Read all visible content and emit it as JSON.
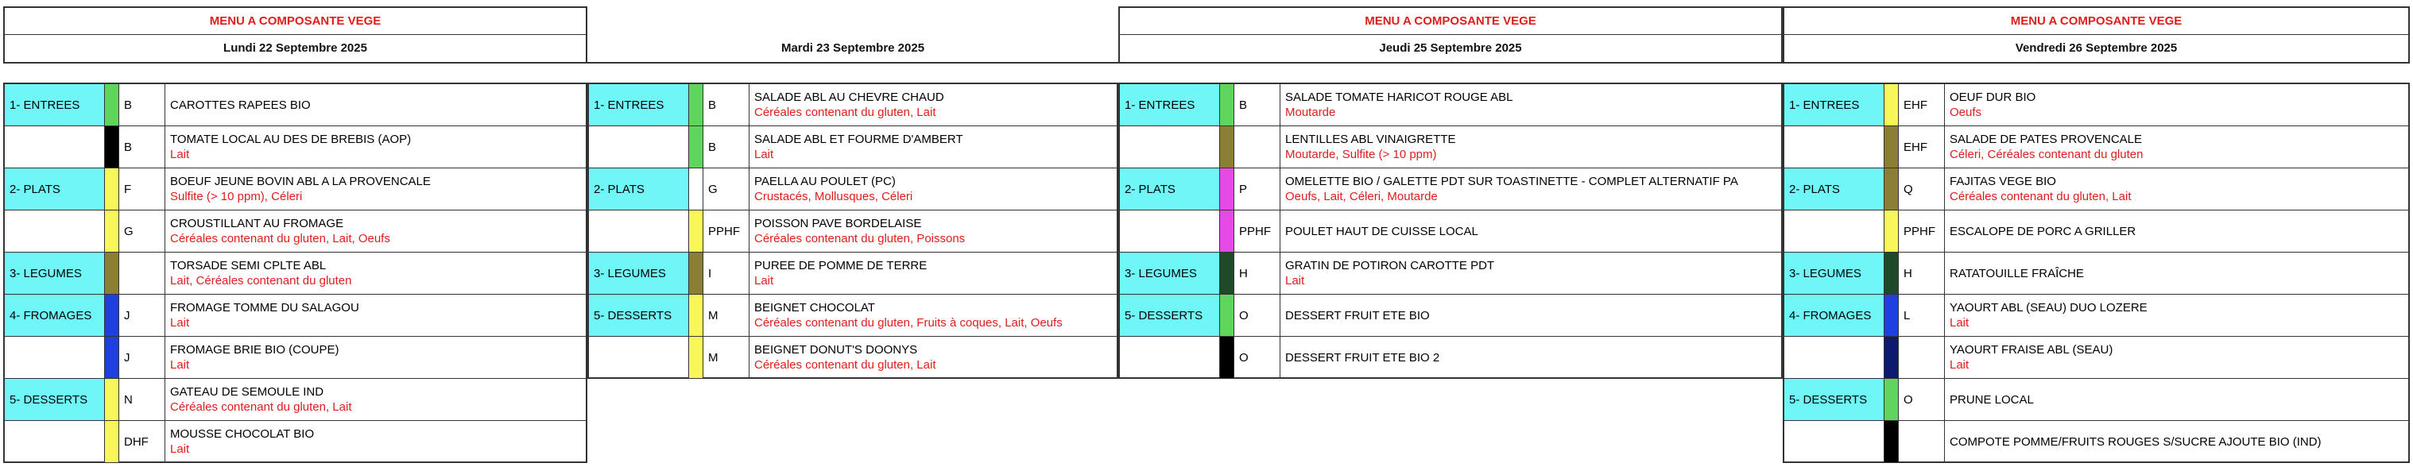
{
  "days": [
    {
      "title": "MENU A COMPOSANTE VEGE",
      "date": "Lundi 22 Septembre 2025",
      "rows": [
        {
          "category": "1- ENTREES",
          "color": "#5ed65e",
          "code": "B",
          "name": "CAROTTES RAPEES BIO",
          "allergens": ""
        },
        {
          "category": "",
          "color": "#000000",
          "code": "B",
          "name": "TOMATE LOCAL AU DES DE BREBIS (AOP)",
          "allergens": "Lait"
        },
        {
          "category": "2- PLATS",
          "color": "#f7f75a",
          "code": "F",
          "name": "BOEUF JEUNE BOVIN  ABL A LA PROVENCALE",
          "allergens": "Sulfite (> 10 ppm), Céleri"
        },
        {
          "category": "",
          "color": "#f7f75a",
          "code": "G",
          "name": "CROUSTILLANT AU FROMAGE",
          "allergens": "Céréales contenant du gluten, Lait, Oeufs"
        },
        {
          "category": "3- LEGUMES",
          "color": "#8a7f35",
          "code": "",
          "name": "TORSADE SEMI CPLTE  ABL",
          "allergens": "Lait, Céréales contenant du gluten"
        },
        {
          "category": "4- FROMAGES",
          "color": "#1f3fe0",
          "code": "J",
          "name": "FROMAGE TOMME DU SALAGOU",
          "allergens": "Lait"
        },
        {
          "category": "",
          "color": "#1f3fe0",
          "code": "J",
          "name": "FROMAGE BRIE BIO (COUPE)",
          "allergens": "Lait"
        },
        {
          "category": "5- DESSERTS",
          "color": "#f7f75a",
          "code": "N",
          "name": "GATEAU DE SEMOULE IND",
          "allergens": "Céréales contenant du gluten, Lait"
        },
        {
          "category": "",
          "color": "#f7f75a",
          "code": "DHF",
          "name": "MOUSSE CHOCOLAT BIO",
          "allergens": "Lait"
        }
      ]
    },
    {
      "title": "",
      "date": "Mardi 23 Septembre 2025",
      "rows": [
        {
          "category": "1- ENTREES",
          "color": "#5ed65e",
          "code": "B",
          "name": "SALADE ABL AU CHEVRE CHAUD",
          "allergens": "Céréales contenant du gluten, Lait"
        },
        {
          "category": "",
          "color": "#5ed65e",
          "code": "B",
          "name": "SALADE ABL ET FOURME D'AMBERT",
          "allergens": "Lait"
        },
        {
          "category": "2- PLATS",
          "color": "#ffffff",
          "code": "G",
          "name": "PAELLA AU POULET (PC)",
          "allergens": "Crustacés, Mollusques, Céleri"
        },
        {
          "category": "",
          "color": "#f7f75a",
          "code": "PPHF",
          "name": "POISSON PAVE BORDELAISE",
          "allergens": "Céréales contenant du gluten, Poissons"
        },
        {
          "category": "3- LEGUMES",
          "color": "#8a7f35",
          "code": "I",
          "name": "PUREE DE POMME DE TERRE",
          "allergens": "Lait"
        },
        {
          "category": "5- DESSERTS",
          "color": "#f7f75a",
          "code": "M",
          "name": "BEIGNET CHOCOLAT",
          "allergens": "Céréales contenant du gluten, Fruits à coques, Lait, Oeufs"
        },
        {
          "category": "",
          "color": "#f7f75a",
          "code": "M",
          "name": "BEIGNET DONUT'S DOONYS",
          "allergens": "Céréales contenant du gluten, Lait"
        }
      ]
    },
    {
      "title": "MENU A COMPOSANTE VEGE",
      "date": "Jeudi 25 Septembre 2025",
      "rows": [
        {
          "category": "1- ENTREES",
          "color": "#5ed65e",
          "code": "B",
          "name": "SALADE TOMATE HARICOT ROUGE ABL",
          "allergens": "Moutarde"
        },
        {
          "category": "",
          "color": "#8a7f35",
          "code": "",
          "name": "LENTILLES ABL VINAIGRETTE",
          "allergens": "Moutarde, Sulfite (> 10 ppm)"
        },
        {
          "category": "2- PLATS",
          "color": "#e64ae6",
          "code": "P",
          "name": "OMELETTE BIO / GALETTE PDT SUR TOASTINETTE - COMPLET ALTERNATIF PA",
          "allergens": "Oeufs, Lait, Céleri, Moutarde"
        },
        {
          "category": "",
          "color": "#e64ae6",
          "code": "PPHF",
          "name": "POULET HAUT DE CUISSE LOCAL",
          "allergens": ""
        },
        {
          "category": "3- LEGUMES",
          "color": "#1f4a2a",
          "code": "H",
          "name": "GRATIN DE POTIRON CAROTTE PDT",
          "allergens": "Lait"
        },
        {
          "category": "5- DESSERTS",
          "color": "#5ed65e",
          "code": "O",
          "name": "DESSERT FRUIT ETE BIO",
          "allergens": ""
        },
        {
          "category": "",
          "color": "#000000",
          "code": "O",
          "name": "DESSERT FRUIT ETE BIO 2",
          "allergens": ""
        }
      ]
    },
    {
      "title": "MENU A COMPOSANTE VEGE",
      "date": "Vendredi 26 Septembre 2025",
      "rows": [
        {
          "category": "1- ENTREES",
          "color": "#f7f75a",
          "code": "EHF",
          "name": "OEUF DUR BIO",
          "allergens": "Oeufs"
        },
        {
          "category": "",
          "color": "#8a7f35",
          "code": "EHF",
          "name": "SALADE DE PATES PROVENCALE",
          "allergens": "Céleri, Céréales contenant du gluten"
        },
        {
          "category": "2- PLATS",
          "color": "#8a7f35",
          "code": "Q",
          "name": "FAJITAS VEGE BIO",
          "allergens": "Céréales contenant du gluten, Lait"
        },
        {
          "category": "",
          "color": "#f7f75a",
          "code": "PPHF",
          "name": "ESCALOPE DE PORC A GRILLER",
          "allergens": ""
        },
        {
          "category": "3- LEGUMES",
          "color": "#1f4a2a",
          "code": "H",
          "name": "RATATOUILLE FRAÎCHE",
          "allergens": ""
        },
        {
          "category": "4- FROMAGES",
          "color": "#1f3fe0",
          "code": "L",
          "name": "YAOURT ABL (SEAU) DUO LOZERE",
          "allergens": "Lait"
        },
        {
          "category": "",
          "color": "#0d1a6e",
          "code": "",
          "name": "YAOURT FRAISE ABL (SEAU)",
          "allergens": "Lait"
        },
        {
          "category": "5- DESSERTS",
          "color": "#5ed65e",
          "code": "O",
          "name": "PRUNE LOCAL",
          "allergens": ""
        },
        {
          "category": "",
          "color": "#000000",
          "code": "",
          "name": "COMPOTE POMME/FRUITS ROUGES S/SUCRE AJOUTE BIO (IND)",
          "allergens": ""
        }
      ]
    }
  ]
}
